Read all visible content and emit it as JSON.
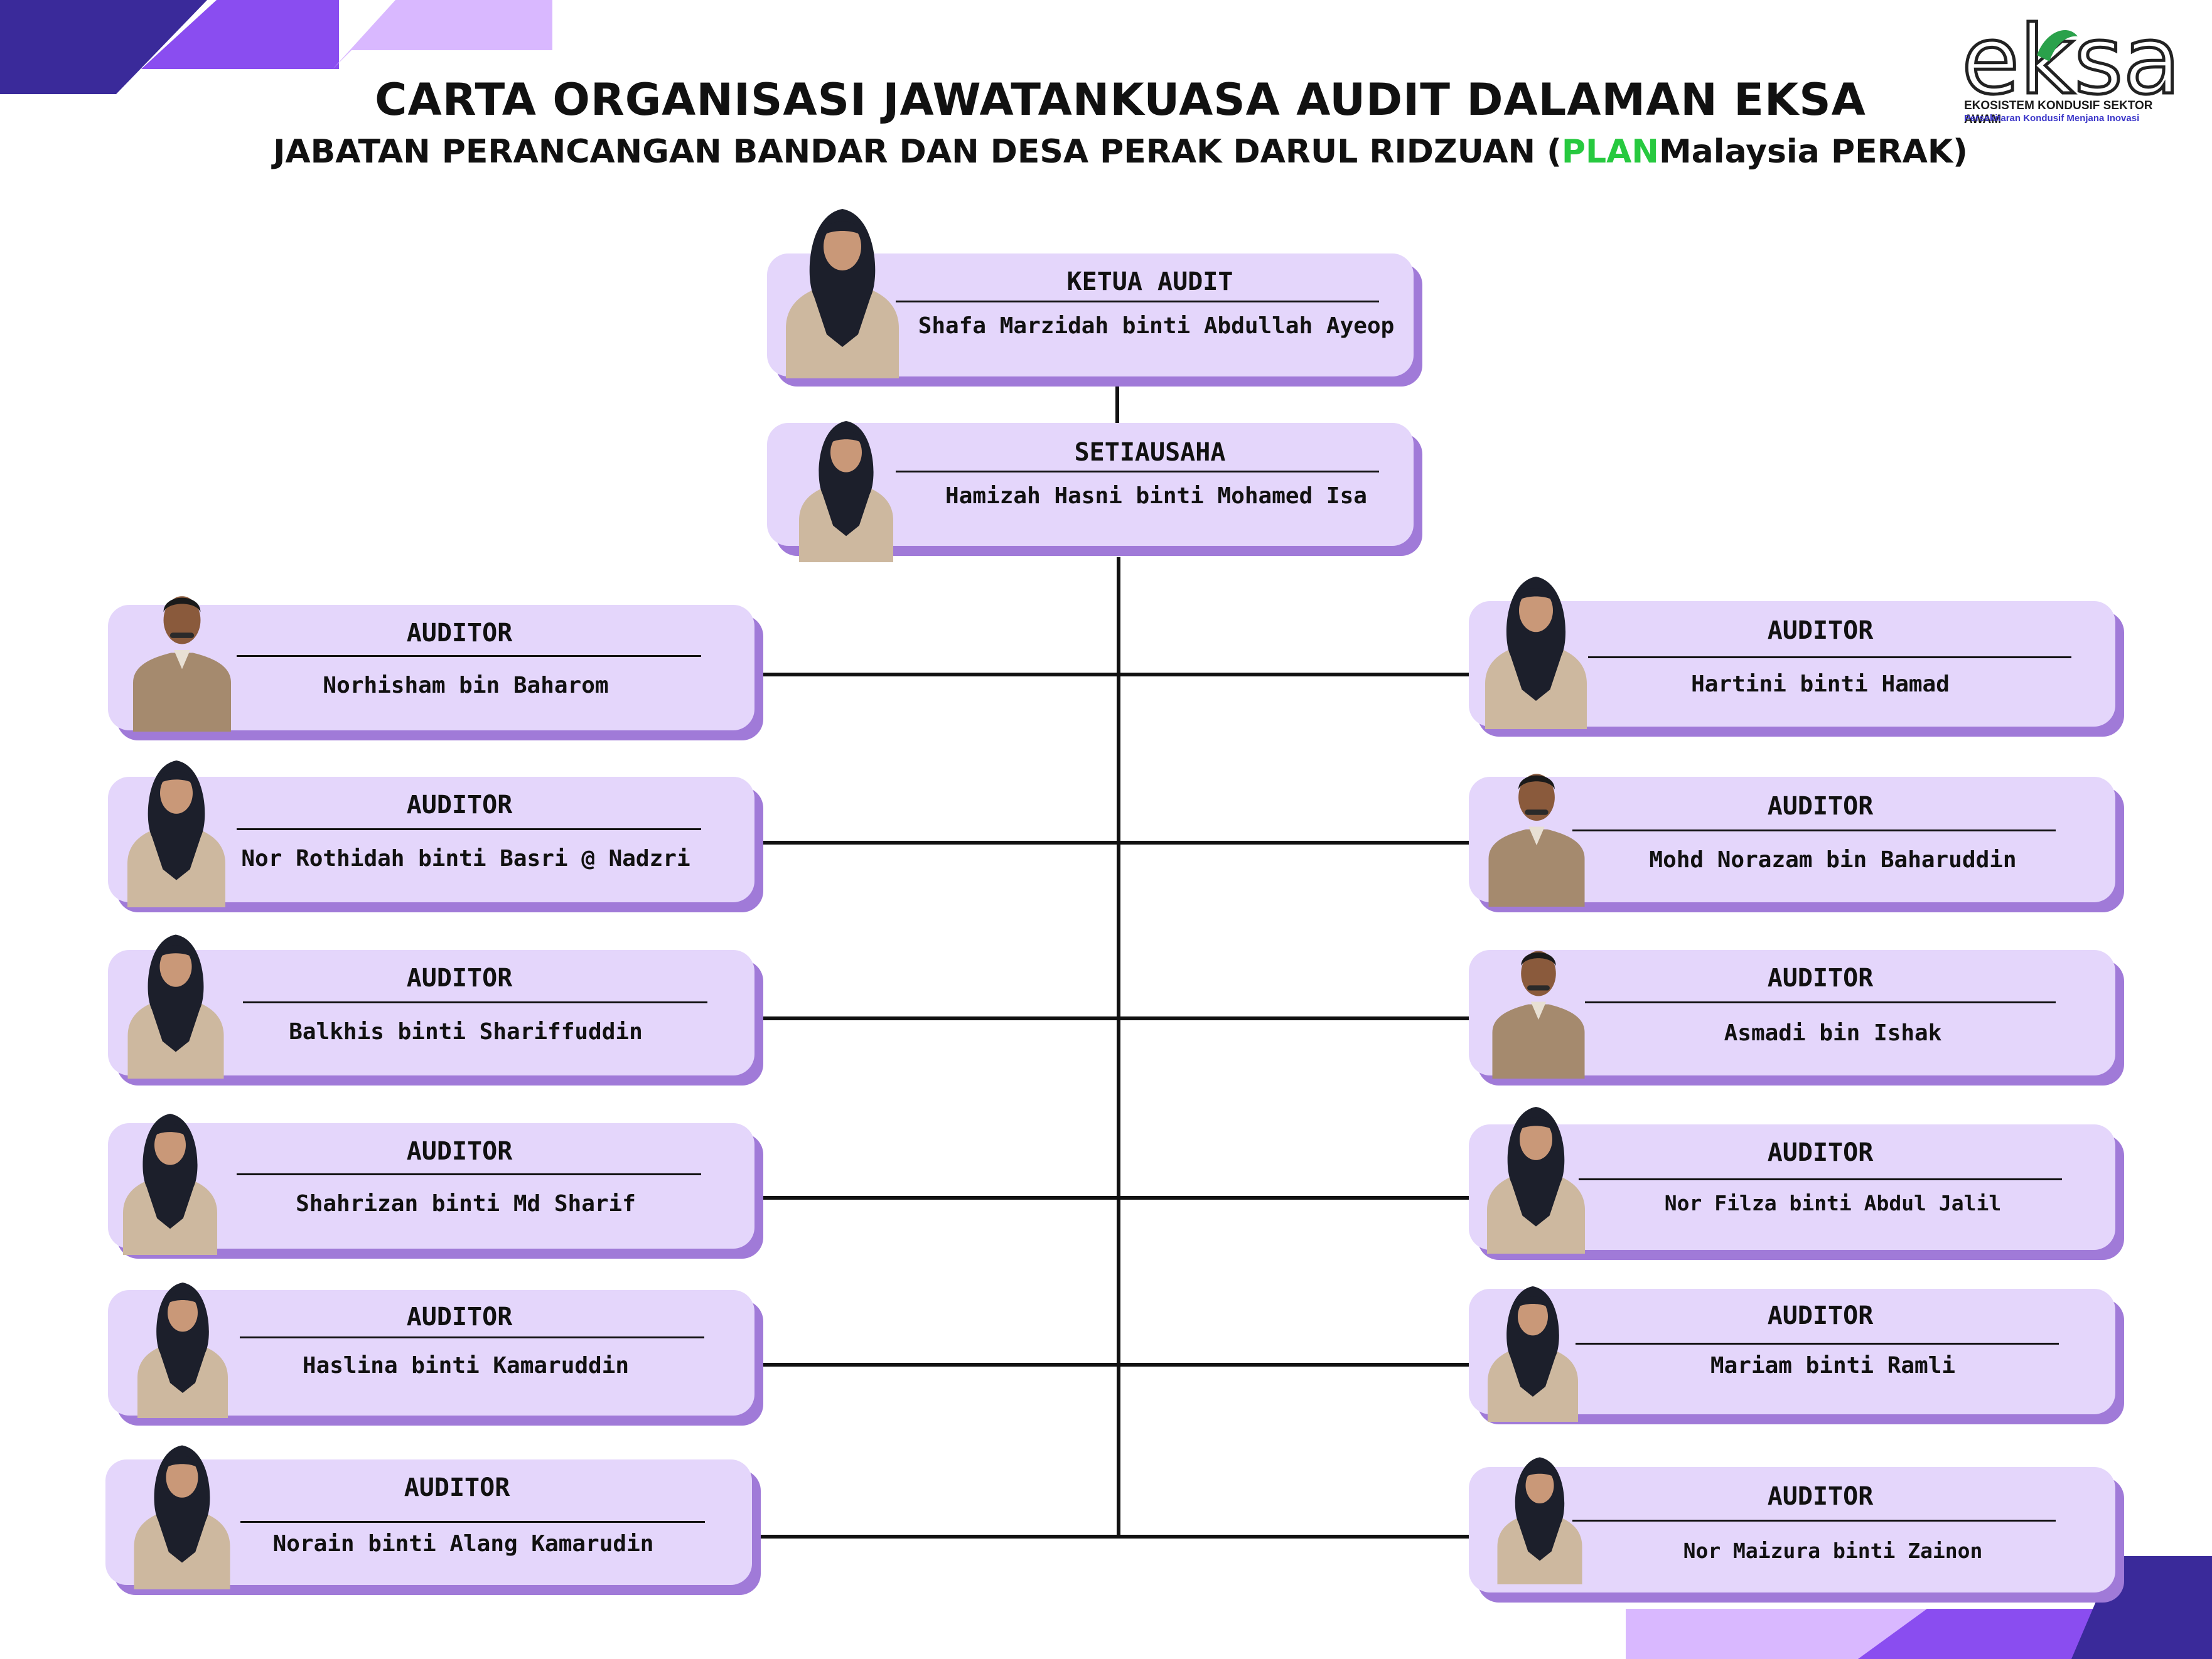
{
  "header": {
    "title": "CARTA ORGANISASI JAWATANKUASA AUDIT DALAMAN EKSA",
    "subtitle_pre": "JABATAN PERANCANGAN BANDAR DAN DESA PERAK DARUL RIDZUAN  (",
    "subtitle_plan": "PLAN",
    "subtitle_post": "Malaysia PERAK)"
  },
  "logo": {
    "word": "eksa",
    "line1": "EKOSISTEM KONDUSIF SEKTOR AWAM",
    "line2": "Persekitaran Kondusif Menjana Inovasi"
  },
  "colors": {
    "card_face": "#e4d6fb",
    "card_shadow": "#a07ad8",
    "accent_dark": "#3a2a9a",
    "accent_purple": "#8a4df0",
    "accent_light": "#d9b8ff",
    "plan_green": "#27c93f"
  },
  "ketua": {
    "role": "KETUA AUDIT",
    "name": "Shafa Marzidah binti Abdullah Ayeop"
  },
  "setiausaha": {
    "role": "SETIAUSAHA",
    "name": "Hamizah Hasni binti Mohamed Isa"
  },
  "left": [
    {
      "role": "AUDITOR",
      "name": "Norhisham bin Baharom"
    },
    {
      "role": "AUDITOR",
      "name": "Nor Rothidah binti Basri @ Nadzri"
    },
    {
      "role": "AUDITOR",
      "name": "Balkhis binti Shariffuddin"
    },
    {
      "role": "AUDITOR",
      "name": "Shahrizan binti Md Sharif"
    },
    {
      "role": "AUDITOR",
      "name": "Haslina binti Kamaruddin"
    },
    {
      "role": "AUDITOR",
      "name": "Norain binti Alang Kamarudin"
    }
  ],
  "right": [
    {
      "role": "AUDITOR",
      "name": "Hartini binti Hamad"
    },
    {
      "role": "AUDITOR",
      "name": "Mohd Norazam bin Baharuddin"
    },
    {
      "role": "AUDITOR",
      "name": "Asmadi bin Ishak"
    },
    {
      "role": "AUDITOR",
      "name": "Nor Filza binti Abdul Jalil"
    },
    {
      "role": "AUDITOR",
      "name": "Mariam binti Ramli"
    },
    {
      "role": "AUDITOR",
      "name": "Nor Maizura binti Zainon"
    }
  ]
}
